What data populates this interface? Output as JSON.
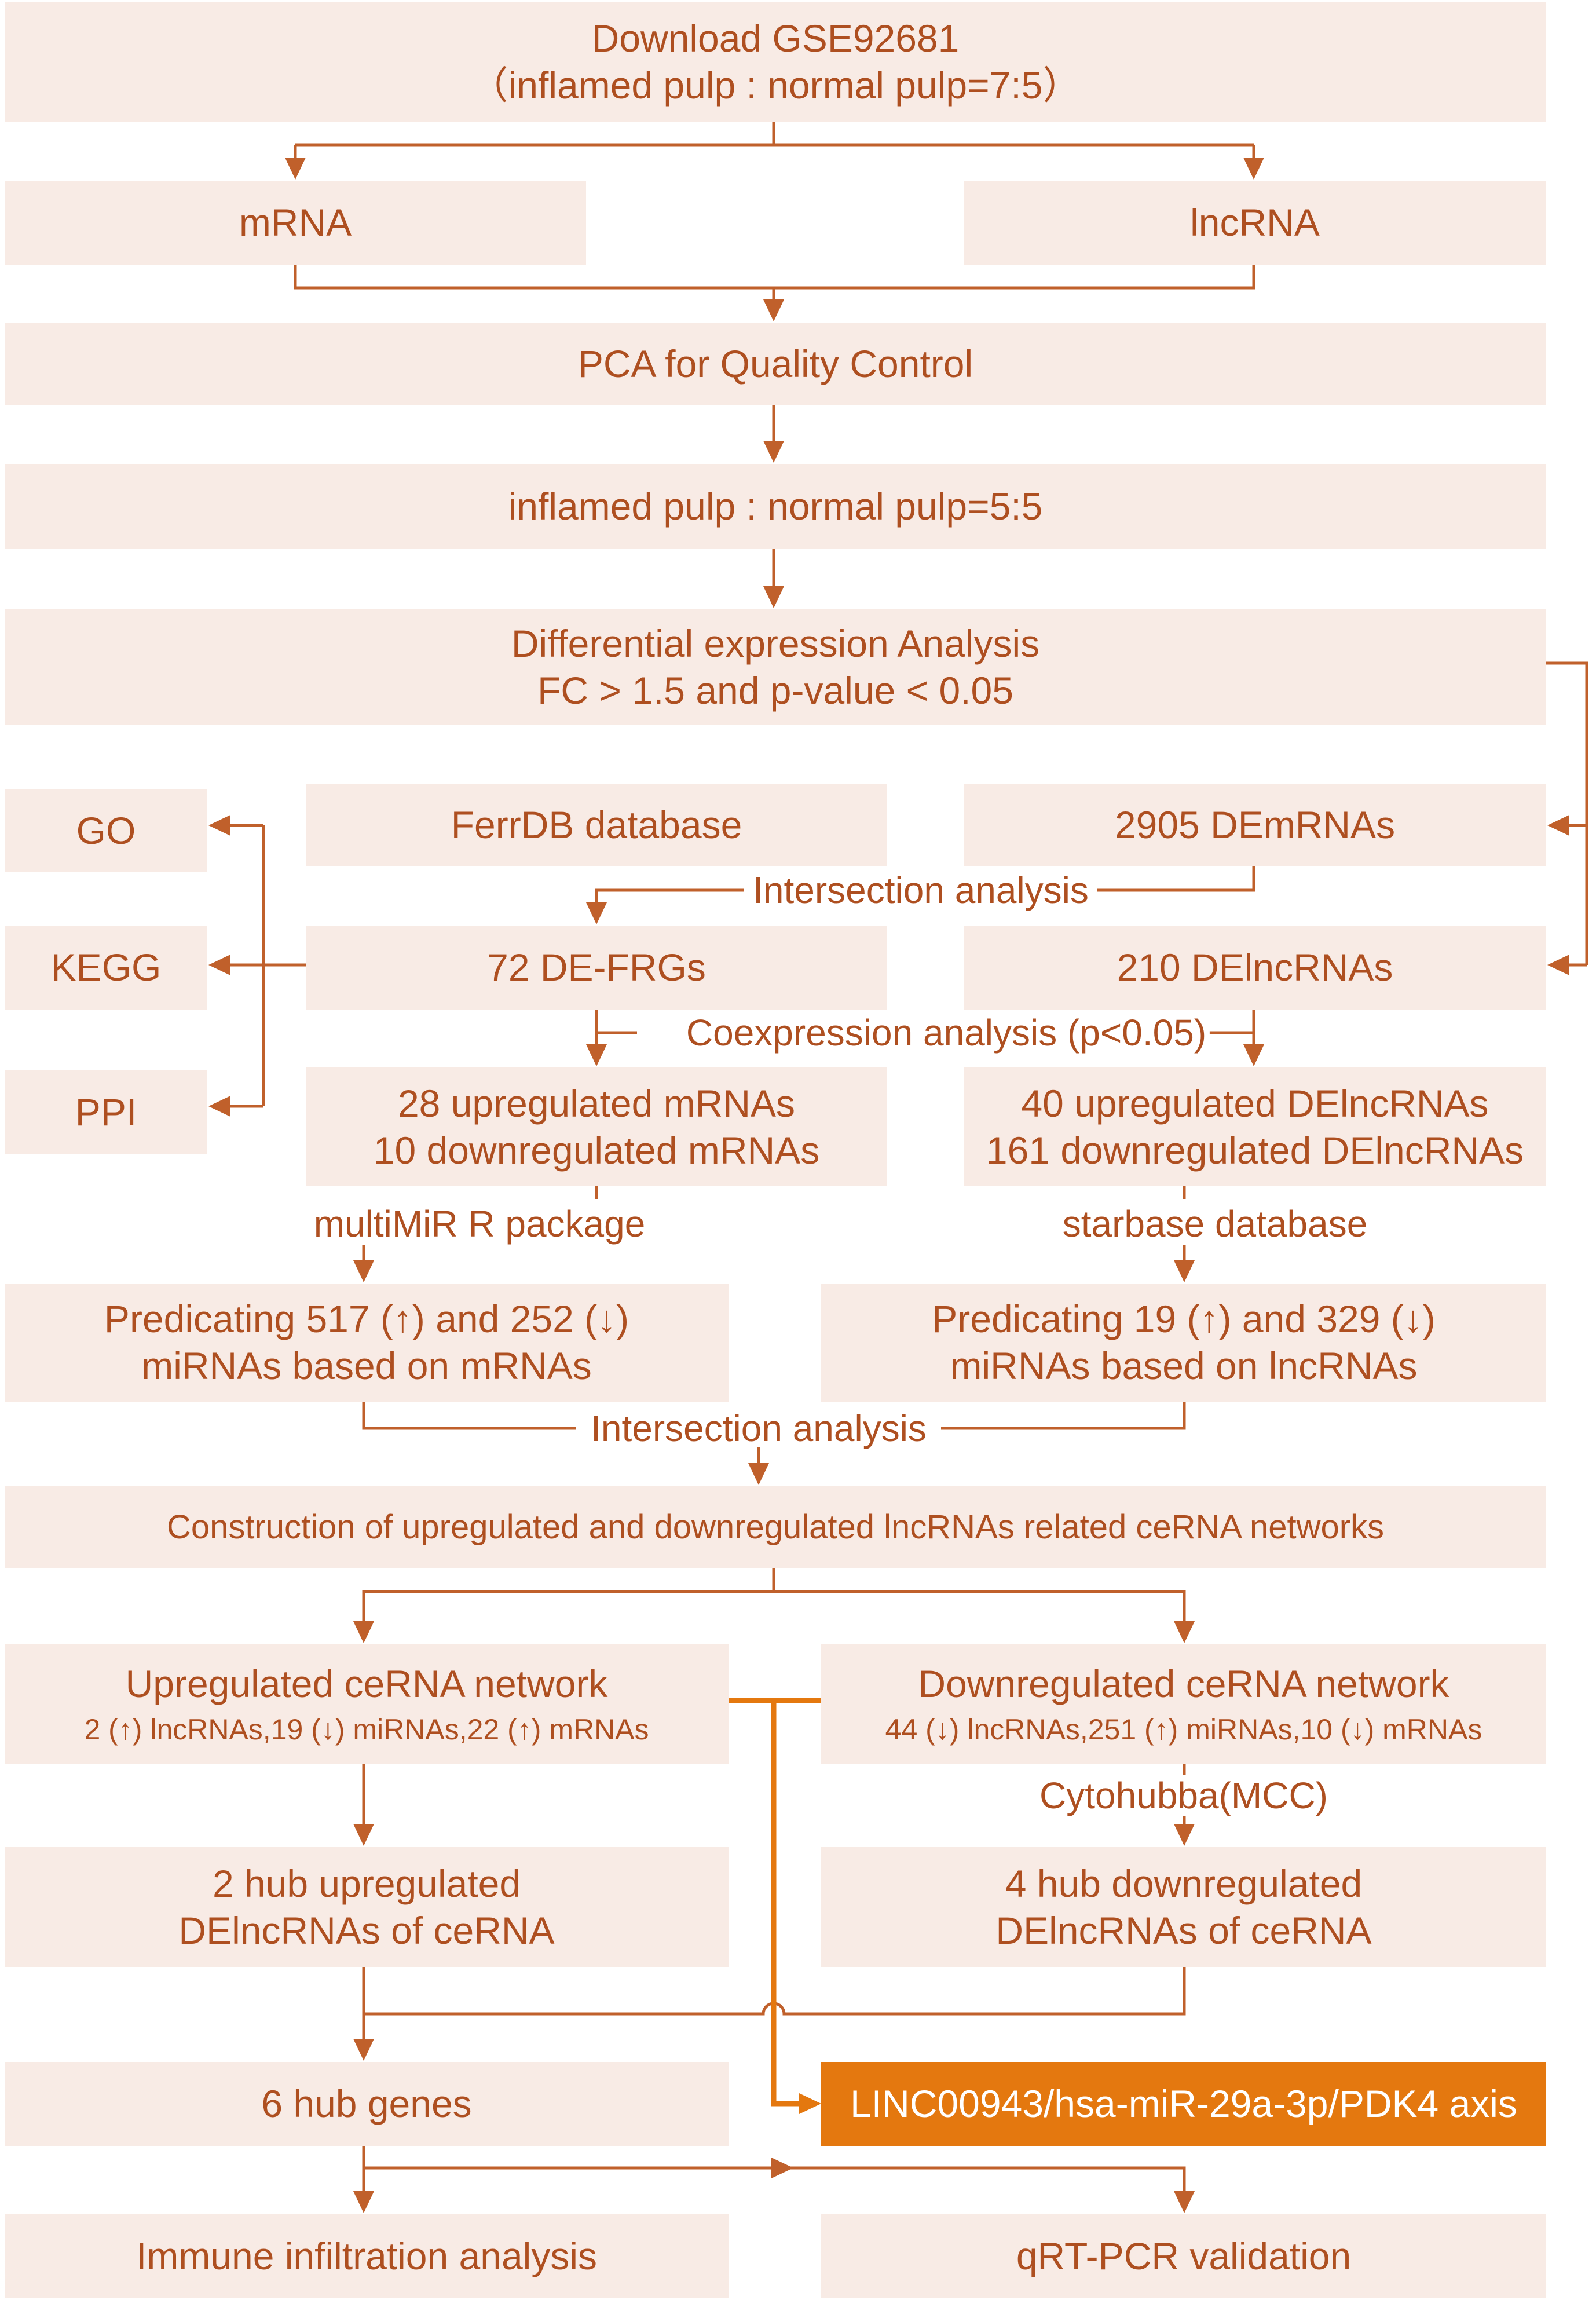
{
  "boxes": {
    "download": [
      "Download GSE92681",
      "（inflamed pulp : normal pulp=7:5）"
    ],
    "mrna": [
      "mRNA"
    ],
    "lncrna": [
      "lncRNA"
    ],
    "pca": [
      "PCA for Quality Control"
    ],
    "ratio": [
      "inflamed pulp : normal pulp=5:5"
    ],
    "dea": [
      "Differential expression Analysis",
      "FC > 1.5 and p-value < 0.05"
    ],
    "go": [
      "GO"
    ],
    "kegg": [
      "KEGG"
    ],
    "ppi": [
      "PPI"
    ],
    "ferrdb": [
      "FerrDB database"
    ],
    "demrnas": [
      "2905 DEmRNAs"
    ],
    "defrgs": [
      "72 DE-FRGs"
    ],
    "delncrnas": [
      "210 DElncRNAs"
    ],
    "mrna_reg": [
      "28 upregulated mRNAs",
      "10 downregulated mRNAs"
    ],
    "lnc_reg": [
      "40 upregulated DElncRNAs",
      "161 downregulated DElncRNAs"
    ],
    "pred_mrna": [
      "Predicating 517 (↑) and 252 (↓)",
      "miRNAs based on mRNAs"
    ],
    "pred_lnc": [
      "Predicating 19 (↑) and 329 (↓)",
      "miRNAs based on lncRNAs"
    ],
    "construct": [
      "Construction of upregulated and downregulated lncRNAs related ceRNA networks"
    ],
    "up_net": [
      "Upregulated ceRNA network"
    ],
    "up_net_detail": "2 (↑) lncRNAs,19 (↓) miRNAs,22 (↑) mRNAs",
    "down_net": [
      "Downregulated ceRNA network"
    ],
    "down_net_detail": "44 (↓) lncRNAs,251 (↑) miRNAs,10 (↓) mRNAs",
    "hub_up": [
      "2 hub upregulated",
      "DElncRNAs of ceRNA"
    ],
    "hub_down": [
      "4 hub downregulated",
      "DElncRNAs of ceRNA"
    ],
    "hub_genes": [
      "6 hub genes"
    ],
    "axis": [
      "LINC00943/hsa-miR-29a-3p/PDK4 axis"
    ],
    "immune": [
      "Immune infiltration analysis"
    ],
    "qrt": [
      "qRT-PCR validation"
    ]
  },
  "labels": {
    "intersection1": "Intersection analysis",
    "coexpression": "Coexpression analysis (p<0.05)",
    "multimir": "multiMiR R package",
    "starbase": "starbase database",
    "intersection2": "Intersection analysis",
    "cytohubba": "Cytohubba(MCC)"
  },
  "colors": {
    "box_fill": "#f8ebe5",
    "line": "#c0602b",
    "text": "#ae4f20",
    "highlight": "#e4780f"
  }
}
